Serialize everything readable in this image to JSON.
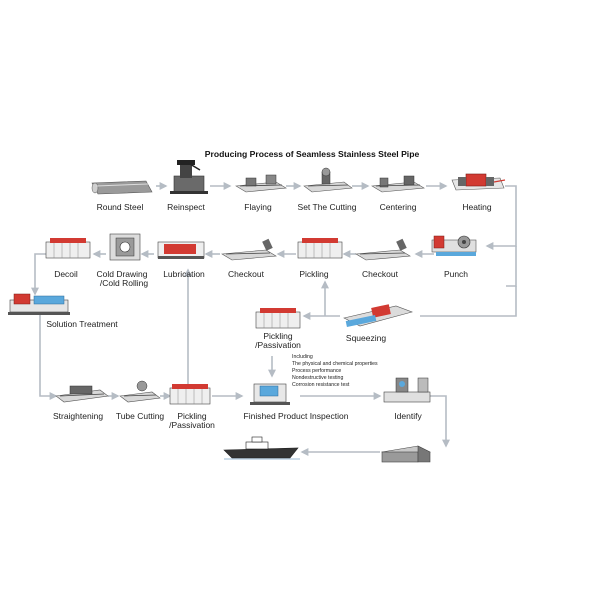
{
  "title": "Producing Process of Seamless Stainless Steel Pipe",
  "steps": {
    "round_steel": "Round Steel",
    "reinspect": "Reinspect",
    "flaying": "Flaying",
    "set_the_cutting": "Set The Cutting",
    "centering": "Centering",
    "heating": "Heating",
    "decoil": "Decoil",
    "cold_drawing_1": "Cold Drawing",
    "cold_drawing_2": "/Cold Rolling",
    "lubrication": "Lubrication",
    "checkout_1": "Checkout",
    "pickling_1": "Pickling",
    "checkout_2": "Checkout",
    "punch": "Punch",
    "solution_treatment": "Solution Treatment",
    "pickling_passivation_a_1": "Pickling",
    "pickling_passivation_a_2": "/Passivation",
    "squeezing": "Squeezing",
    "straightening": "Straightening",
    "tube_cutting": "Tube Cutting",
    "pickling_passivation_b_1": "Pickling",
    "pickling_passivation_b_2": "/Passivation",
    "finished_product_inspection": "Finished Product Inspection",
    "identify": "Identify"
  },
  "inspection_notes": [
    "Including",
    "The physical and chemical properties",
    "Process performance",
    "Nondestructive testing",
    "Corrosion resistance test"
  ],
  "colors": {
    "flow_line": "#b5bcc4",
    "machine": "#555555",
    "heat_red": "#d23a32",
    "water_blue": "#5aa8dc"
  }
}
